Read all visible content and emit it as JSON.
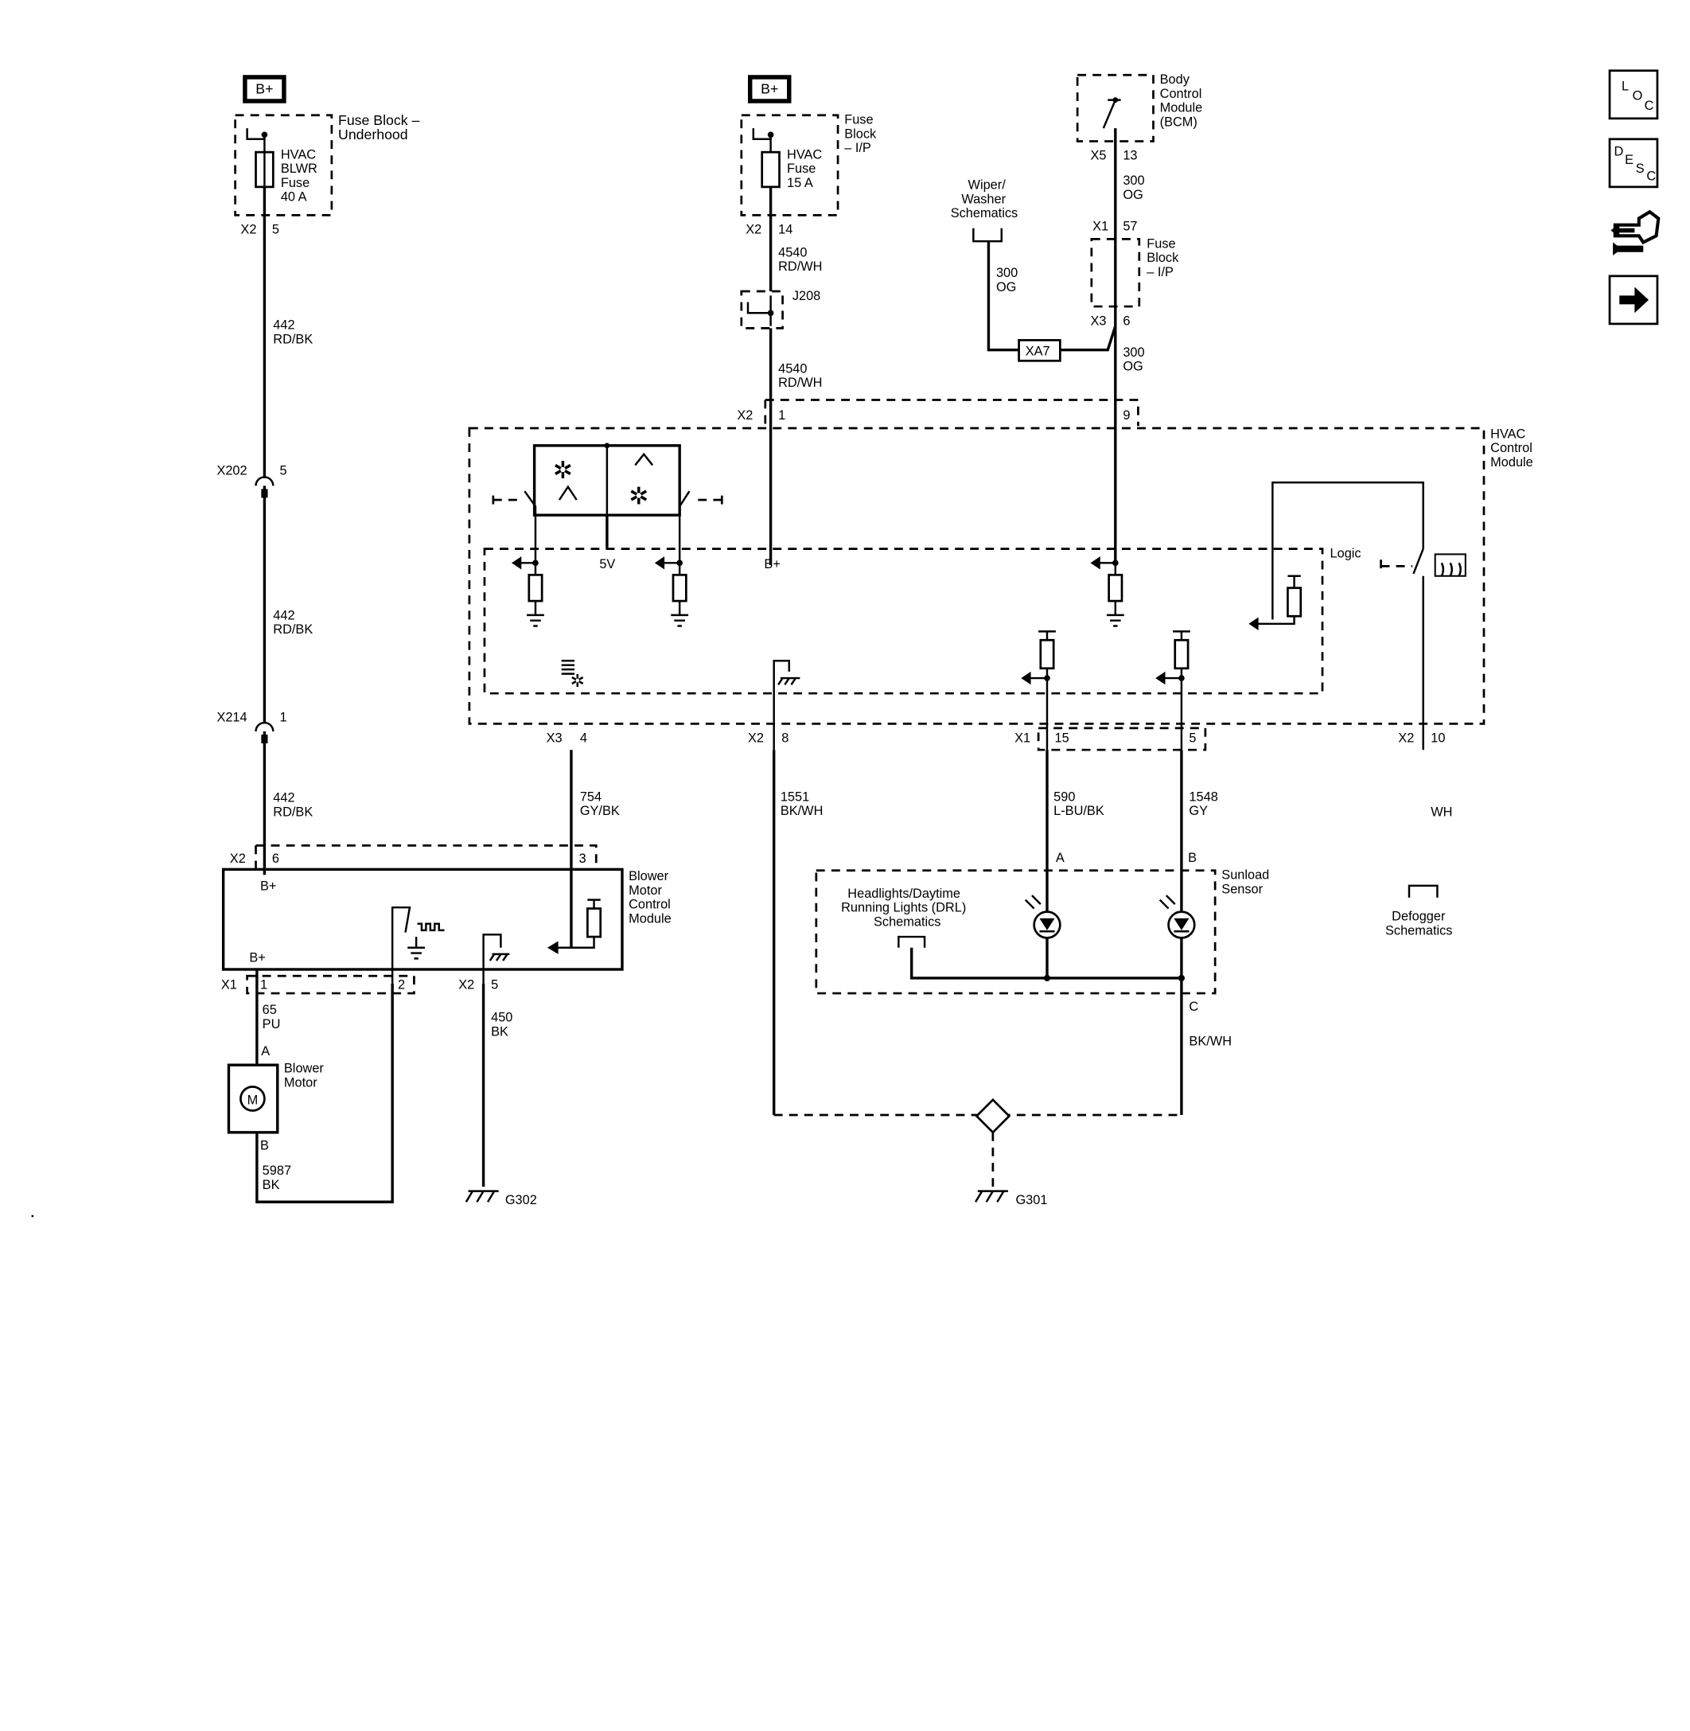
{
  "power": {
    "bplus_1": "B+",
    "bplus_2": "B+"
  },
  "fuse_block_underhood": {
    "title_l1": "Fuse Block –",
    "title_l2": "Underhood",
    "fuse_l1": "HVAC",
    "fuse_l2": "BLWR",
    "fuse_l3": "Fuse",
    "fuse_l4": "40 A",
    "conn": "X2",
    "pin": "5"
  },
  "fuse_block_ip": {
    "title_l1": "Fuse",
    "title_l2": "Block",
    "title_l3": "– I/P",
    "fuse_l1": "HVAC",
    "fuse_l2": "Fuse",
    "fuse_l3": "15 A",
    "conn": "X2",
    "pin": "14"
  },
  "bcm": {
    "l1": "Body",
    "l2": "Control",
    "l3": "Module",
    "l4": "(BCM)",
    "conn": "X5",
    "pin": "13"
  },
  "fuse_block_ip2": {
    "title_l1": "Fuse",
    "title_l2": "Block",
    "title_l3": "– I/P",
    "conn_top": "X1",
    "pin_top": "57",
    "conn_bot": "X3",
    "pin_bot": "6"
  },
  "wiper": {
    "l1": "Wiper/",
    "l2": "Washer",
    "l3": "Schematics"
  },
  "wires": {
    "w442_num": "442",
    "w442_col": "RD/BK",
    "w4540_num": "4540",
    "w4540_col": "RD/WH",
    "w300_num": "300",
    "w300_col": "OG",
    "w754_num": "754",
    "w754_col": "GY/BK",
    "w1551_num": "1551",
    "w1551_col": "BK/WH",
    "w590_num": "590",
    "w590_col": "L-BU/BK",
    "w1548_num": "1548",
    "w1548_col": "GY",
    "wWH": "WH",
    "w65_num": "65",
    "w65_col": "PU",
    "w450_num": "450",
    "w450_col": "BK",
    "w5987_num": "5987",
    "w5987_col": "BK",
    "wBKWH": "BK/WH"
  },
  "splices": {
    "j208": "J208",
    "xa7": "XA7"
  },
  "inline": {
    "x202": "X202",
    "x202_pin": "5",
    "x214": "X214",
    "x214_pin": "1"
  },
  "hvac": {
    "l1": "HVAC",
    "l2": "Control",
    "l3": "Module",
    "logic": "Logic",
    "v5": "5V",
    "bplus": "B+",
    "top_conn1": "X2",
    "top_pin1": "1",
    "top_pin9": "9",
    "x3": "X3",
    "x3_pin": "4",
    "x2b": "X2",
    "x2b_pin": "8",
    "x1": "X1",
    "x1_pin15": "15",
    "x1_pin5": "5",
    "x2c": "X2",
    "x2c_pin": "10"
  },
  "bmcm": {
    "l1": "Blower",
    "l2": "Motor",
    "l3": "Control",
    "l4": "Module",
    "bplus_top": "B+",
    "bplus_bot": "B+",
    "x2": "X2",
    "x2_pin6": "6",
    "pin3": "3",
    "x1": "X1",
    "x1_pin1": "1",
    "pin2": "2",
    "x2b": "X2",
    "x2b_pin5": "5"
  },
  "blower_motor": {
    "l1": "Blower",
    "l2": "Motor",
    "pinA": "A",
    "pinB": "B",
    "symbol": "M"
  },
  "sunload": {
    "l1": "Sunload",
    "l2": "Sensor",
    "pinA": "A",
    "pinB": "B",
    "pinC": "C",
    "hl1": "Headlights/Daytime",
    "hl2": "Running Lights (DRL)",
    "hl3": "Schematics"
  },
  "defogger": {
    "l1": "Defogger",
    "l2": "Schematics"
  },
  "grounds": {
    "g302": "G302",
    "g301": "G301"
  },
  "nav": {
    "loc": [
      "L",
      "O",
      "C"
    ],
    "desc": [
      "D",
      "E",
      "S",
      "C"
    ],
    "icons": [
      "connector-end-view-icon",
      "next-page-arrow-icon"
    ]
  }
}
